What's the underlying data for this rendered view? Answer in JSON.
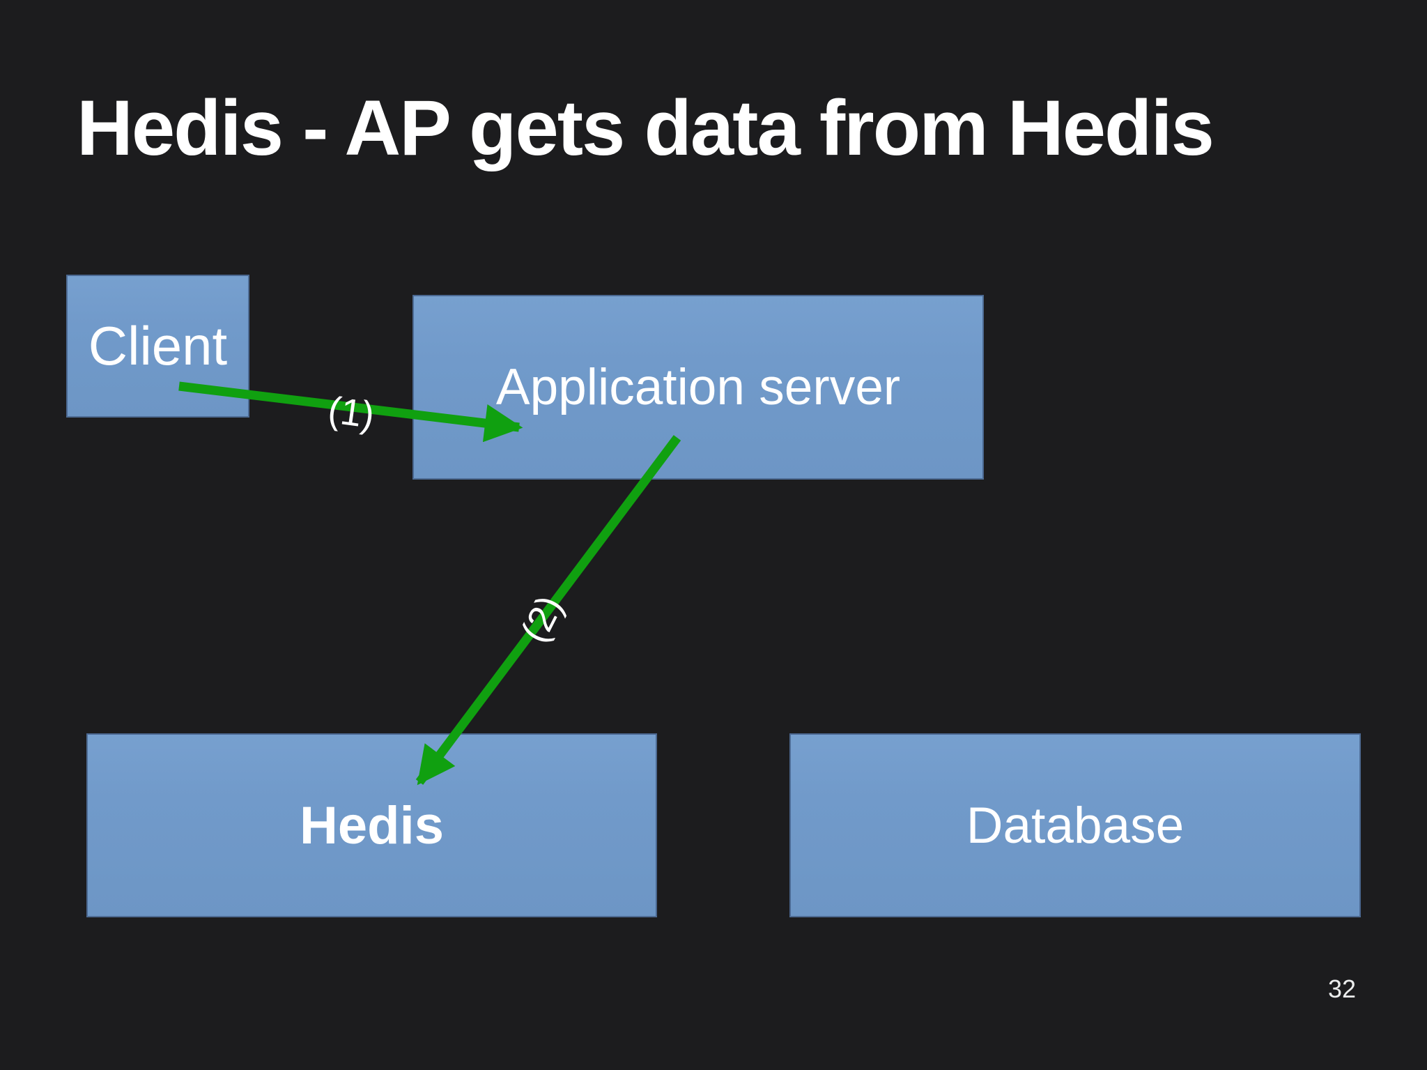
{
  "slide": {
    "title": "Hedis - AP gets data from Hedis",
    "page_number": "32"
  },
  "colors": {
    "background": "#1c1c1e",
    "box_fill": "#719aca",
    "box_border": "#2d4264",
    "arrow_green": "#10a010",
    "text": "#ffffff"
  },
  "nodes": [
    {
      "id": "client",
      "label": "Client"
    },
    {
      "id": "application-server",
      "label": "Application server"
    },
    {
      "id": "hedis",
      "label": "Hedis"
    },
    {
      "id": "database",
      "label": "Database"
    }
  ],
  "edges": [
    {
      "id": "1",
      "label": "(1)",
      "from": "client",
      "to": "application-server"
    },
    {
      "id": "2",
      "label": "(2)",
      "from": "application-server",
      "to": "hedis"
    }
  ]
}
